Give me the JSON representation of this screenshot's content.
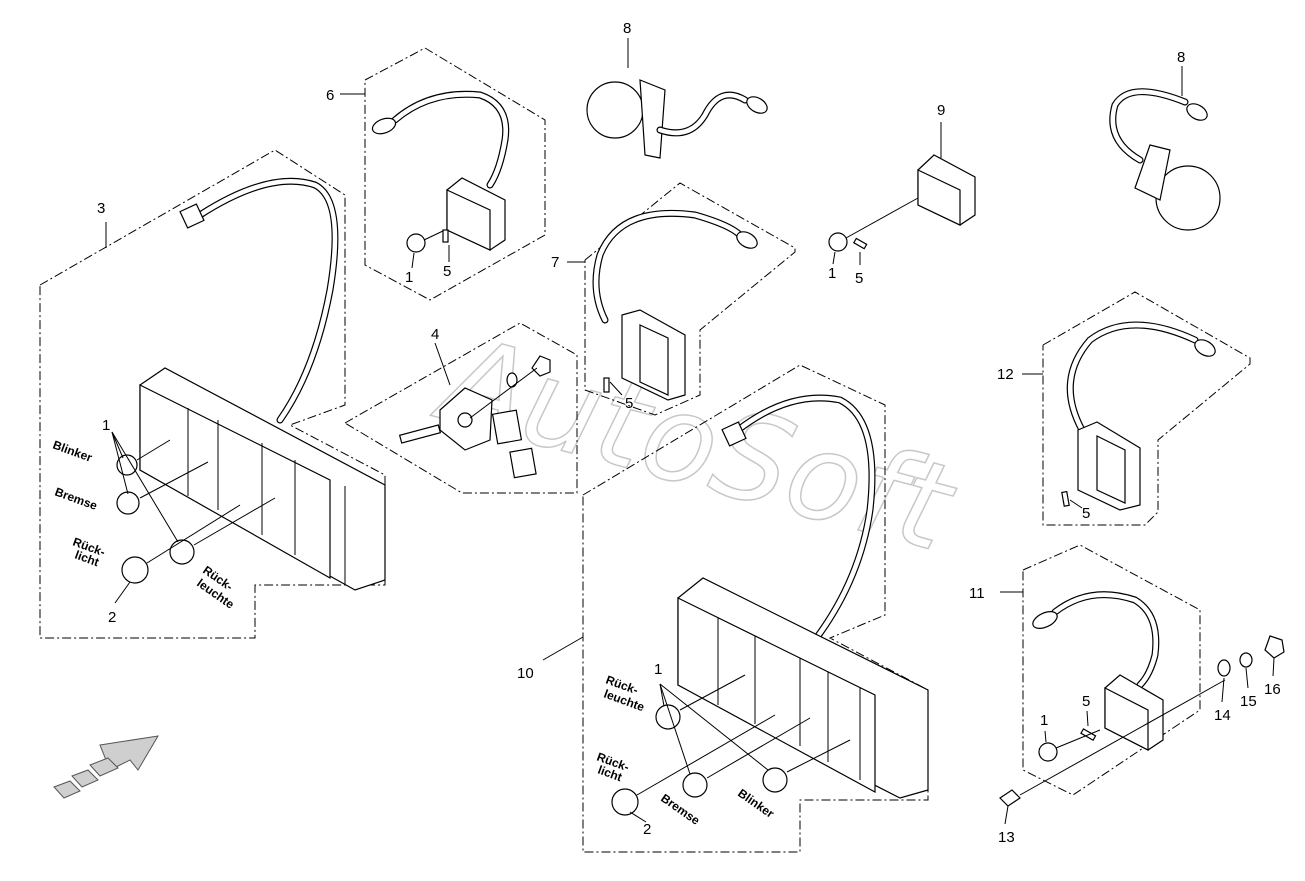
{
  "watermark": "AutoSoft",
  "callouts": {
    "c3": "3",
    "c6": "6",
    "c8a": "8",
    "c8b": "8",
    "c9": "9",
    "c7": "7",
    "c4": "4",
    "c12": "12",
    "c10": "10",
    "c11": "11",
    "c1_a": "1",
    "c1_b": "1",
    "c1_c": "1",
    "c1_d": "1",
    "c1_e": "1",
    "c2_a": "2",
    "c2_b": "2",
    "c5_a": "5",
    "c5_b": "5",
    "c5_c": "5",
    "c5_d": "5",
    "c5_e": "5",
    "c13": "13",
    "c14": "14",
    "c15": "15",
    "c16": "16"
  },
  "labels": {
    "blinker": "Blinker",
    "bremse": "Bremse",
    "rueck_l1": "Rück-",
    "rueck_l2": "licht",
    "rueckleuchte_l1": "Rück-",
    "rueckleuchte_l2": "leuchte",
    "blinker2": "Blinker",
    "bremse2": "Bremse",
    "rueck2_l1": "Rück-",
    "rueck2_l2": "licht",
    "rueckleuchte2_l1": "Rück-",
    "rueckleuchte2_l2": "leuchte"
  },
  "icons": {
    "direction_arrow": "direction-arrow-icon"
  }
}
